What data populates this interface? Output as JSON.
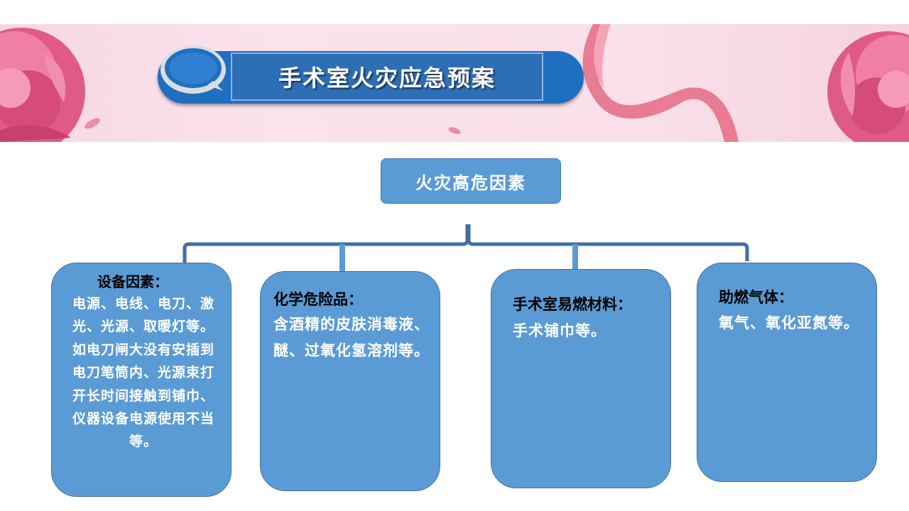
{
  "slide": {
    "title": "手术室火灾应急预案"
  },
  "diagram": {
    "root": "火灾高危因素",
    "cards": [
      {
        "heading": "设备因素：",
        "body": "电源、电线、电刀、激光、光源、取暖灯等。如电刀闸大没有安插到电刀笔筒内、光源束打开长时间接触到铺巾、仪器设备电源使用不当等。"
      },
      {
        "heading": "化学危险品：",
        "body": "含酒精的皮肤消毒液、 醚、过氧化氢溶剂等。"
      },
      {
        "heading": "手术室易燃材料：",
        "body": "手术铺巾等。"
      },
      {
        "heading": "助燃气体：",
        "body": "氧气、氧化亚氮等。"
      }
    ]
  },
  "colors": {
    "node_fill": "#5b9bd5",
    "connector": "#3f6fa3",
    "title_blue": "#1f6fc0",
    "banner_pink": "#f9e0ea"
  }
}
